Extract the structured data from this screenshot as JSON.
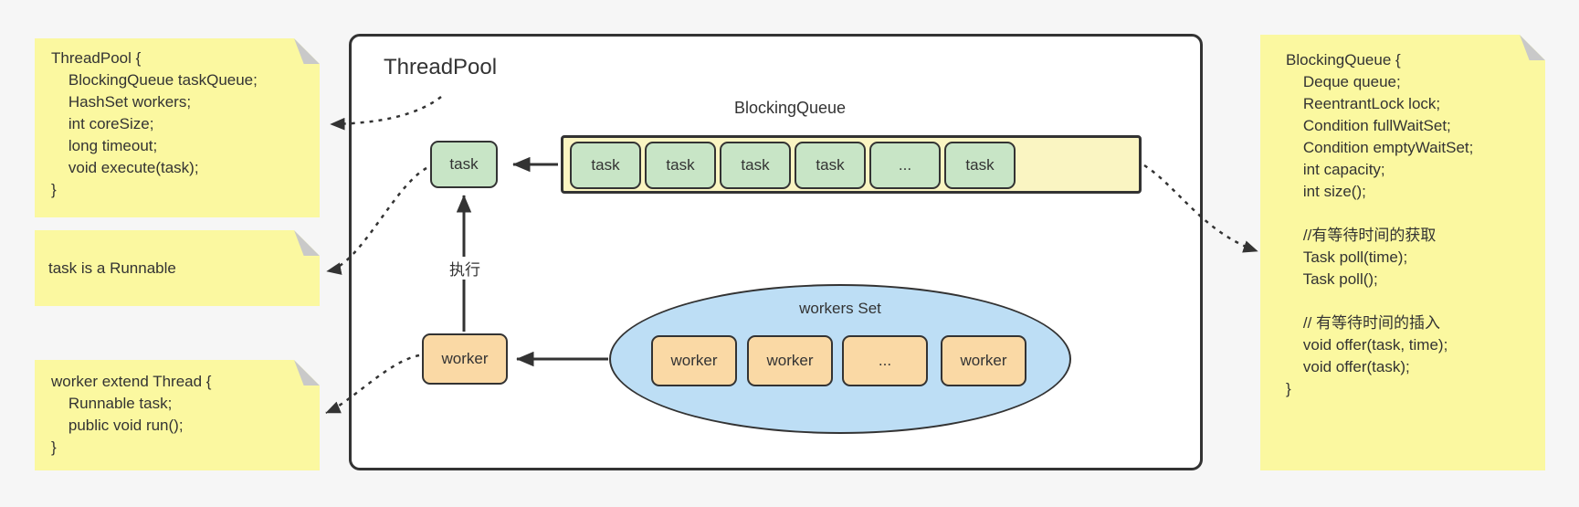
{
  "notes": {
    "threadpool": {
      "text": "ThreadPool {\n    BlockingQueue taskQueue;\n    HashSet workers;\n    int coreSize;\n    long timeout;\n    void execute(task);\n}"
    },
    "task_runnable": {
      "text": "task is a Runnable"
    },
    "worker_thread": {
      "text": "worker extend Thread {\n    Runnable task;\n    public void run();\n}"
    },
    "blockingqueue": {
      "text": "BlockingQueue {\n    Deque queue;\n    ReentrantLock lock;\n    Condition fullWaitSet;\n    Condition emptyWaitSet;\n    int capacity;\n    int size();\n\n    //有等待时间的获取\n    Task poll(time);\n    Task poll();\n\n    // 有等待时间的插入\n    void offer(task, time);\n    void offer(task);\n}"
    }
  },
  "diagram": {
    "title": "ThreadPool",
    "queue": {
      "label": "BlockingQueue",
      "items": [
        "task",
        "task",
        "task",
        "task",
        "...",
        "task"
      ]
    },
    "task_box_label": "task",
    "worker_box_label": "worker",
    "execute_label": "执行",
    "workers_set": {
      "label": "workers Set",
      "items": [
        "worker",
        "worker",
        "...",
        "worker"
      ]
    }
  },
  "colors": {
    "background": "#F6F6F6",
    "panel": "#FFFFFF",
    "note": "#FBF8A0",
    "fold": "#C9C9C9",
    "queue": "#FAF5C2",
    "task": "#C8E5C6",
    "worker": "#FAD9A5",
    "workers_set": "#BDDEF5",
    "ink": "#333333"
  }
}
